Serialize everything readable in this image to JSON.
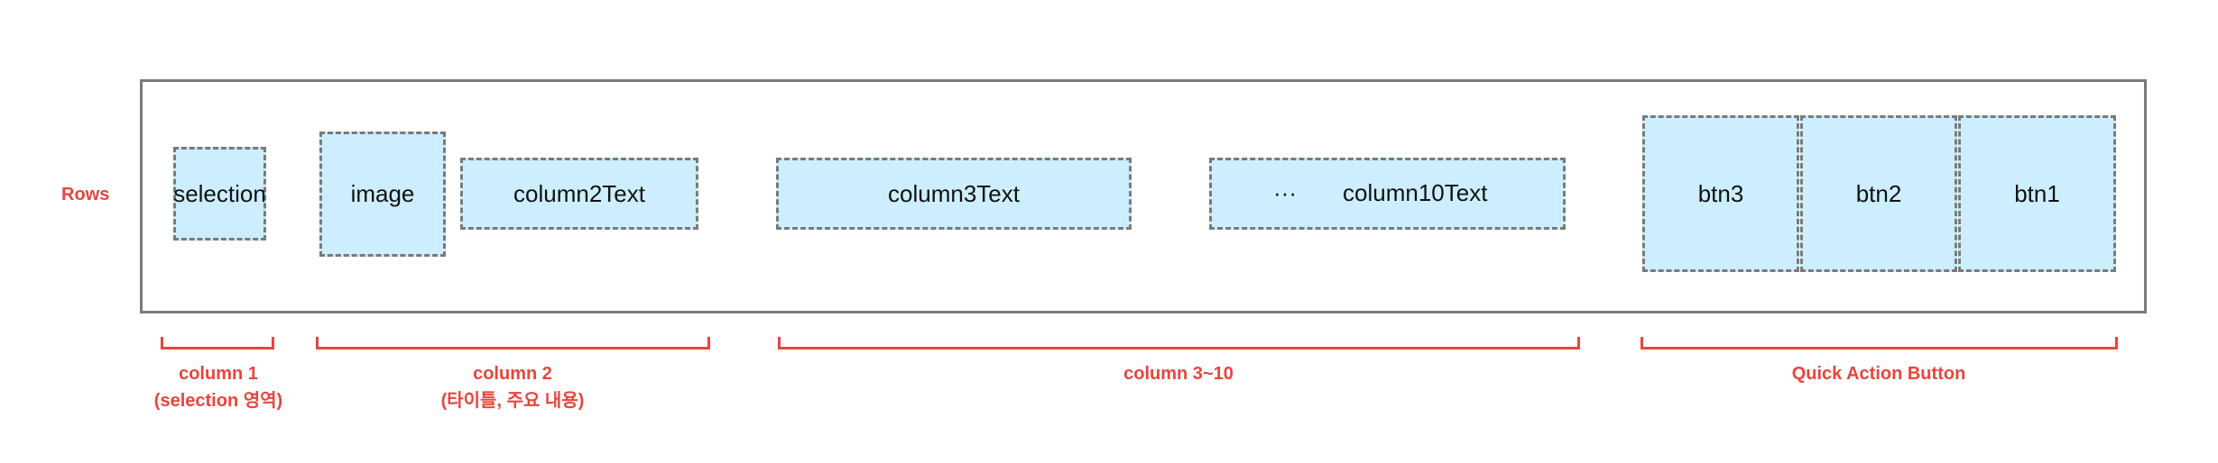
{
  "rows_label": "Rows",
  "cells": {
    "selection": "selection",
    "image": "image",
    "column2": "column2Text",
    "column3": "column3Text",
    "ellipsis": "···",
    "column10": "column10Text",
    "btn3": "btn3",
    "btn2": "btn2",
    "btn1": "btn1"
  },
  "groups": [
    {
      "line1": "column 1",
      "line2": "(selection 영역)"
    },
    {
      "line1": "column 2",
      "line2": "(타이틀, 주요 내용)"
    },
    {
      "line1": "column 3~10",
      "line2": ""
    },
    {
      "line1": "Quick Action Button",
      "line2": ""
    }
  ],
  "colors": {
    "accent_red": "#e8453c",
    "cell_fill": "#cdeeff",
    "border_gray": "#7a7a7a"
  }
}
